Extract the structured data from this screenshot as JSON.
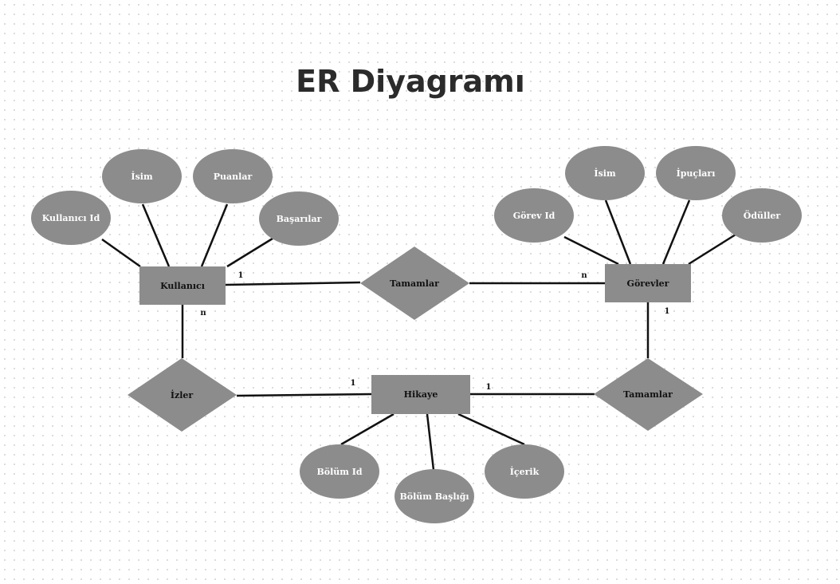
{
  "title": "ER Diyagramı",
  "colors": {
    "shape": "#8c8c8c",
    "line": "#111111",
    "title": "#2b2b2b"
  },
  "entities": {
    "kullanici": "Kullanıcı",
    "gorevler": "Görevler",
    "hikaye": "Hikaye"
  },
  "relationships": {
    "tamamlar_top": "Tamamlar",
    "izler": "İzler",
    "tamamlar_bottom": "Tamamlar"
  },
  "attributes": {
    "kullanici_id": "Kullanıcı Id",
    "kullanici_isim": "İsim",
    "puanlar": "Puanlar",
    "basarilar": "Başarılar",
    "gorev_id": "Görev Id",
    "gorev_isim": "İsim",
    "ipuclari": "İpuçları",
    "oduller": "Ödüller",
    "bolum_id": "Bölüm Id",
    "bolum_basligi": "Bölüm Başlığı",
    "icerik": "İçerik"
  },
  "cardinalities": {
    "kullanici_tamamlar": "1",
    "tamamlar_gorevler": "n",
    "kullanici_izler": "n",
    "izler_hikaye": "1",
    "hikaye_tamamlar": "1",
    "gorevler_tamamlar": "1"
  }
}
